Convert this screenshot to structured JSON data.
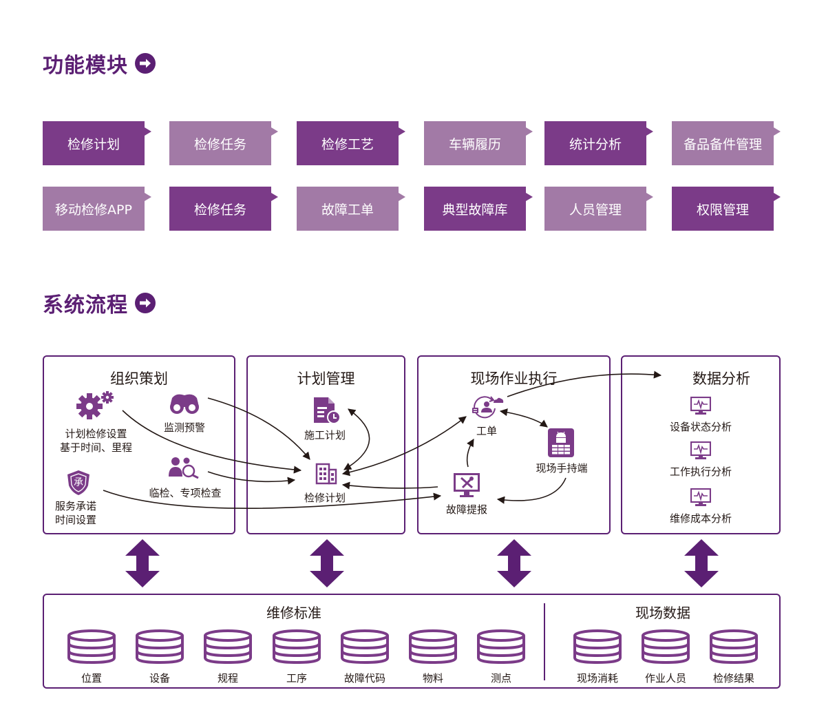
{
  "sections": {
    "modules_title": "功能模块",
    "flow_title": "系统流程"
  },
  "modules": [
    {
      "label": "检修计划",
      "tone": "dark"
    },
    {
      "label": "检修任务",
      "tone": "light"
    },
    {
      "label": "检修工艺",
      "tone": "dark"
    },
    {
      "label": "车辆履历",
      "tone": "light"
    },
    {
      "label": "统计分析",
      "tone": "dark"
    },
    {
      "label": "备品备件管理",
      "tone": "light"
    },
    {
      "label": "移动检修APP",
      "tone": "light"
    },
    {
      "label": "检修任务",
      "tone": "dark"
    },
    {
      "label": "故障工单",
      "tone": "light"
    },
    {
      "label": "典型故障库",
      "tone": "dark"
    },
    {
      "label": "人员管理",
      "tone": "light"
    },
    {
      "label": "权限管理",
      "tone": "dark"
    }
  ],
  "flow": {
    "org": {
      "title": "组织策划",
      "plan_setting_line1": "计划检修设置",
      "plan_setting_line2": "基于时间、里程",
      "monitor": "监测预警",
      "inspection": "临检、专项检查",
      "service_line1": "服务承诺",
      "service_line2": "时间设置",
      "shield_char": "承"
    },
    "plan": {
      "title": "计划管理",
      "construction": "施工计划",
      "maintenance_plan": "检修计划"
    },
    "field": {
      "title": "现场作业执行",
      "work_order": "工单",
      "handheld": "现场手持端",
      "fault_report": "故障提报"
    },
    "analysis": {
      "title": "数据分析",
      "items": [
        "设备状态分析",
        "工作执行分析",
        "维修成本分析"
      ]
    }
  },
  "standards": {
    "title": "维修标准",
    "items": [
      "位置",
      "设备",
      "规程",
      "工序",
      "故障代码",
      "物料",
      "测点"
    ]
  },
  "field_data": {
    "title": "现场数据",
    "items": [
      "现场消耗",
      "作业人员",
      "检修结果"
    ]
  },
  "colors": {
    "primary": "#5b1f73",
    "module_dark": "#7b3b88",
    "module_light": "#a27aa6",
    "icon": "#7b3b88"
  }
}
